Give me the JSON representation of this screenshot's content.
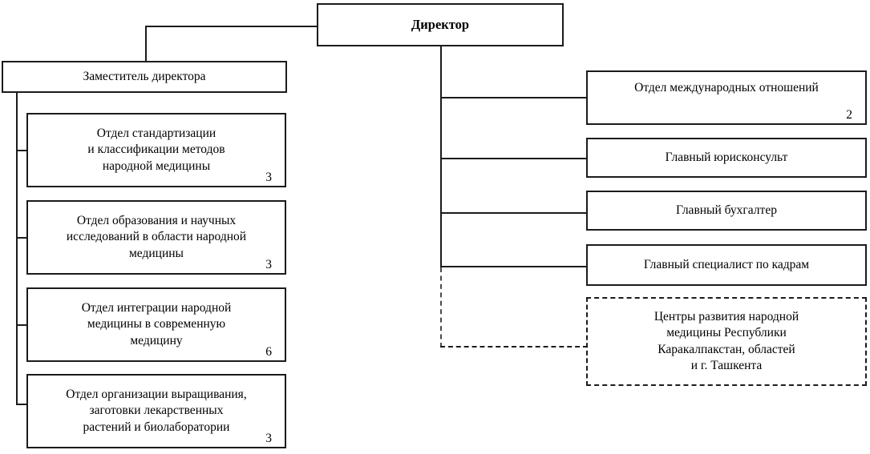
{
  "diagram": {
    "title_node": {
      "name": "director",
      "label": "Директор",
      "count": ""
    },
    "deputy_node": {
      "name": "deputy-director",
      "label": "Заместитель директора",
      "count": ""
    },
    "left_departments": [
      {
        "name": "dept-standardization",
        "label": "Отдел стандартизации\nи классификации методов\nнародной медицины",
        "count": "3"
      },
      {
        "name": "dept-education-research",
        "label": "Отдел образования и научных\nисследований в области народной\nмедицины",
        "count": "3"
      },
      {
        "name": "dept-integration",
        "label": "Отдел интеграции народной\nмедицины в современную\nмедицину",
        "count": "6"
      },
      {
        "name": "dept-cultivation",
        "label": "Отдел организации выращивания,\nзаготовки лекарственных\nрастений и биолаборатории",
        "count": "3"
      }
    ],
    "right_departments": [
      {
        "name": "dept-international-relations",
        "label": "Отдел международных отношений",
        "count": "2"
      },
      {
        "name": "chief-legal-counsel",
        "label": "Главный юрисконсульт",
        "count": ""
      },
      {
        "name": "chief-accountant",
        "label": "Главный бухгалтер",
        "count": ""
      },
      {
        "name": "chief-hr-specialist",
        "label": "Главный специалист по кадрам",
        "count": ""
      }
    ],
    "dashed_node": {
      "name": "regional-centers",
      "label": "Центры развития народной\nмедицины Республики\nКаракалпакстан, областей\nи г. Ташкента",
      "count": ""
    },
    "colors": {
      "line": "#1b1b1b",
      "text": "#000000",
      "background": "#ffffff"
    }
  }
}
